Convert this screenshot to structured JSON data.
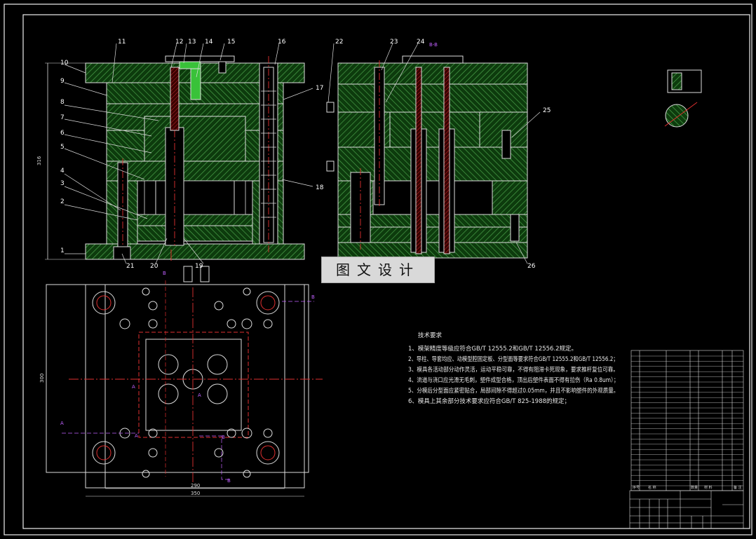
{
  "drawing": {
    "part_labels": [
      "1",
      "2",
      "3",
      "4",
      "5",
      "6",
      "7",
      "8",
      "9",
      "10",
      "11",
      "12",
      "13",
      "14",
      "15",
      "16",
      "17",
      "18",
      "19",
      "20",
      "21",
      "22",
      "23",
      "24",
      "25",
      "26"
    ],
    "dimensions": {
      "front_height": "316",
      "plan_height": "300",
      "plan_inner_width": "290",
      "plan_outer_width": "350"
    },
    "section_marks": [
      "A",
      "A",
      "A",
      "A",
      "B",
      "B",
      "B",
      "B"
    ],
    "section_title": "B-B"
  },
  "watermark": "图文设计",
  "technical_notes": {
    "title": "技术要求",
    "items": [
      "1、模架精度等级应符合GB/T 12555.2和GB/T 12556.2规定。",
      "2、导柱、导套均应、动模型腔固定板、分型面等要求符合GB/T 12555.2和GB/T 12556.2；",
      "3、模具各活动部分动作灵活，运动平稳可靠，不得有阻滞卡死现象，要求推杆复位可靠。",
      "4、流道与浇口应光滑无毛刺，塑件成型合格，顶出后塑件表面不得有拉伤（Ra 0.8um）；",
      "5、分模后分型面应紧密贴合，局部间隙不得超过0.05mm，并且不影响塑件的外观质量。",
      "6、模具上其余部分技术要求应符合GB/T 825-1988的规定；"
    ]
  },
  "title_block": {
    "bom_header": [
      "序号",
      "名 称",
      "数量",
      "材 料",
      "备 注"
    ]
  }
}
